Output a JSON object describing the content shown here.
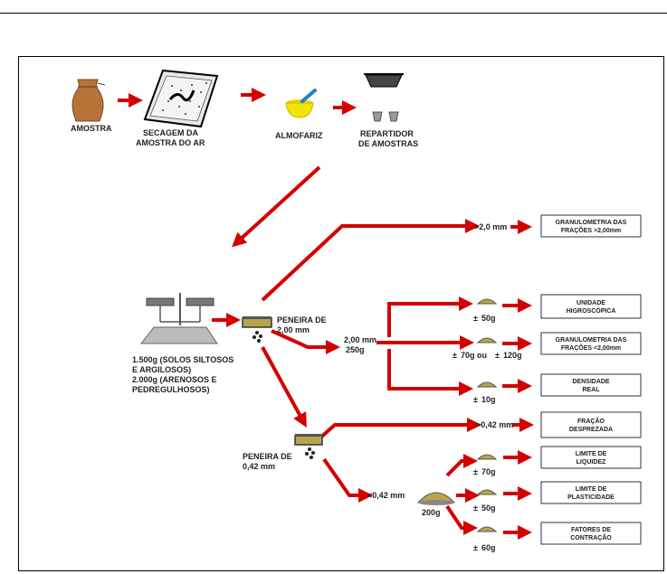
{
  "top_row": {
    "amostra": "AMOSTRA",
    "secagem_1": "SECAGEM DA",
    "secagem_2": "AMOSTRA DO AR",
    "almofariz": "ALMOFARIZ",
    "repartidor_1": "REPARTIDOR",
    "repartidor_2": "DE AMOSTRAS"
  },
  "balance": {
    "line1": "1.500g (SOLOS  SILTOSOS",
    "line2": "E ARGILOSOS)",
    "line3": "2.000g (ARENOSOS E",
    "line4": "PEDREGULHOSOS)"
  },
  "sieve_2": {
    "line1": "PENEIRA DE",
    "line2": "2,00 mm"
  },
  "sieve_042": {
    "line1": "PENEIRA DE",
    "line2": "0,42 mm"
  },
  "fraction_2": {
    "line1": "2,00 mm",
    "line2": "250g"
  },
  "gt_2": ">2,0 mm",
  "gt_042": ">0,42 mm",
  "lt_042": "<0,42 mm",
  "fine_mass": "200g",
  "masses": {
    "m50": "50g",
    "m70_120_a": "70g ou",
    "m70_120_b": "120g",
    "m10": "10g",
    "m70": "70g",
    "m50b": "50g",
    "m60": "60g",
    "pm": "±"
  },
  "boxes": {
    "gran_gt_1": "GRANULOMETRIA DAS",
    "gran_gt_2": "FRAÇÕES >2,00mm",
    "umid_1": "UNIDADE",
    "umid_2": "HIGROSCÓPICA",
    "gran_lt_1": "GRANULOMETRIA DAS",
    "gran_lt_2": "FRAÇÕES <2,00mm",
    "dens_1": "DENSIDADE",
    "dens_2": "REAL",
    "frac_1": "FRAÇÃO",
    "frac_2": "DESPREZADA",
    "liq_1": "LIMITE DE",
    "liq_2": "LIQUIDEZ",
    "plast_1": "LIMITE DE",
    "plast_2": "PLASTICIDADE",
    "contr_1": "FATORES DE",
    "contr_2": "CONTRAÇÃO"
  },
  "colors": {
    "arrow": "#d40000",
    "bag": "#b87438",
    "mortar": "#f2e600",
    "soil": "#b9a44e",
    "box_border": "#333333"
  }
}
